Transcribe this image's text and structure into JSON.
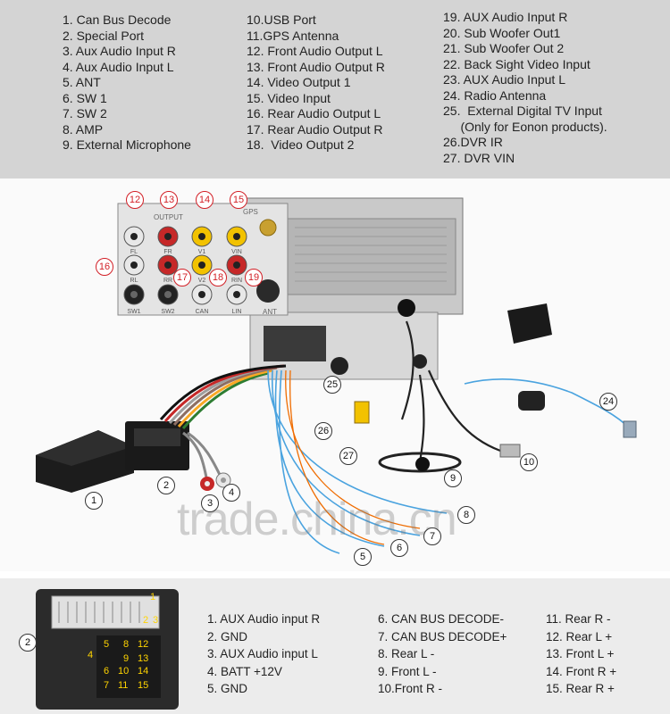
{
  "legend": {
    "col1": [
      "1. Can Bus Decode",
      "2. Special Port",
      "3. Aux Audio Input R",
      "4. Aux Audio Input L",
      "5. ANT",
      "6. SW 1",
      "7. SW 2",
      "8. AMP",
      "9. External Microphone"
    ],
    "col2": [
      "10.USB Port",
      "11.GPS Antenna",
      "12. Front Audio Output L",
      "13. Front Audio Output R",
      "14. Video Output 1",
      "15. Video Input",
      "16. Rear Audio Output L",
      "17. Rear Audio Output R",
      "18.  Video Output 2"
    ],
    "col3": [
      "19. AUX Audio Input R",
      "20. Sub Woofer Out1",
      "21. Sub Woofer Out 2",
      "22. Back Sight Video Input",
      "23. AUX Audio Input L",
      "24. Radio Antenna",
      "25.  External Digital TV Input",
      "     (Only for Eonon products).",
      "26.DVR IR",
      "27. DVR VIN"
    ]
  },
  "photo": {
    "watermark": "trade.china.cn",
    "panel_labels": {
      "output": "OUTPUT",
      "gps": "GPS",
      "ant": "ANT"
    },
    "port_labels": [
      "FL",
      "FR",
      "V1",
      "VIN",
      "RL",
      "RR",
      "V2",
      "RIN",
      "SW1",
      "SW2",
      "CAN",
      "LIN"
    ],
    "callouts": [
      "1",
      "2",
      "3",
      "4",
      "5",
      "6",
      "7",
      "8",
      "9",
      "10",
      "24",
      "25",
      "26",
      "27",
      "12",
      "13",
      "14",
      "15",
      "16",
      "17",
      "18",
      "19"
    ]
  },
  "connector": {
    "callout": "2",
    "pin_numbers": [
      "1",
      "2",
      "3",
      "4",
      "5",
      "6",
      "7",
      "8",
      "9",
      "10",
      "11",
      "12",
      "13",
      "14",
      "15"
    ],
    "col1": [
      "1. AUX Audio input R",
      "2. GND",
      "3. AUX Audio input L",
      "4. BATT +12V",
      "5. GND"
    ],
    "col2": [
      "6. CAN BUS DECODE-",
      "7. CAN BUS DECODE+",
      "8. Rear L -",
      "9. Front L -",
      "10.Front R -"
    ],
    "col3": [
      "11. Rear R -",
      "12. Rear L +",
      "13. Front L +",
      "14. Front R +",
      "15. Rear R +"
    ]
  },
  "colors": {
    "callout_red": "#d21f26",
    "rca_white": "#e8e8e8",
    "rca_red": "#c62828",
    "rca_yellow": "#f2c200",
    "rca_black": "#222222",
    "panel_top_bg": "#d4d4d4"
  }
}
